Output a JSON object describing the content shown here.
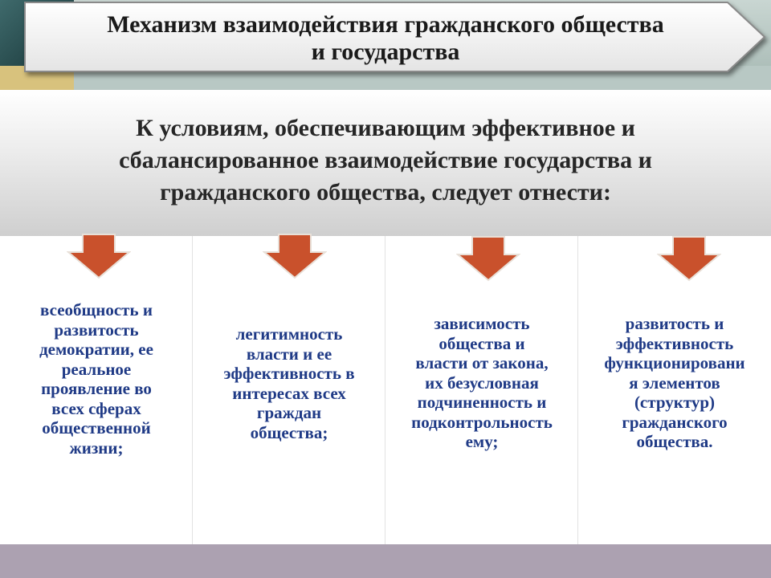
{
  "title": {
    "line1": "Механизм взаимодействия гражданского общества",
    "line2": "и государства"
  },
  "intro": {
    "line1": "К условиям, обеспечивающим эффективное и",
    "line2": "сбалансированное взаимодействие государства и",
    "line3": "гражданского общества, следует отнести:"
  },
  "conditions": [
    {
      "lines": [
        "всеобщность и",
        "развитость",
        "демократии, ее",
        "реальное",
        "проявление во",
        "всех сферах",
        "общественной",
        "жизни;"
      ]
    },
    {
      "lines": [
        "легитимность",
        "власти и ее",
        "эффективность в",
        "интересах всех",
        "граждан",
        "общества;"
      ]
    },
    {
      "lines": [
        "зависимость",
        "общества и",
        "власти от закона,",
        "их безусловная",
        "подчиненность и",
        "подконтрольность",
        "ему;"
      ]
    },
    {
      "lines": [
        "развитость и",
        "эффективность",
        "функционировани",
        "я элементов",
        "(структур)",
        "гражданского",
        "общества."
      ]
    }
  ],
  "colors": {
    "arrow_fill": "#c9512c",
    "text_blue": "#1f3a86",
    "bottom_bar": "#aca1b1"
  },
  "icons": {
    "arrow": "down-arrow-icon"
  }
}
